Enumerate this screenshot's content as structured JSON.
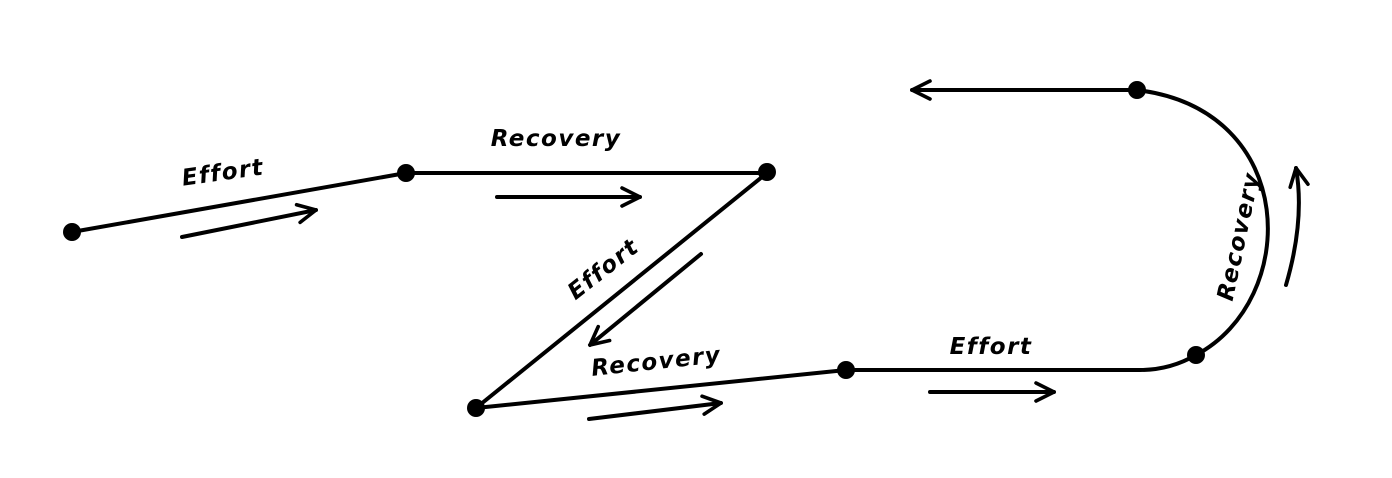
{
  "colors": {
    "ink": "#000000",
    "background": "#ffffff"
  },
  "segments": [
    {
      "label": "Effort"
    },
    {
      "label": "Recovery"
    },
    {
      "label": "Effort"
    },
    {
      "label": "Recovery"
    },
    {
      "label": "Effort"
    },
    {
      "label": "Recovery"
    }
  ]
}
